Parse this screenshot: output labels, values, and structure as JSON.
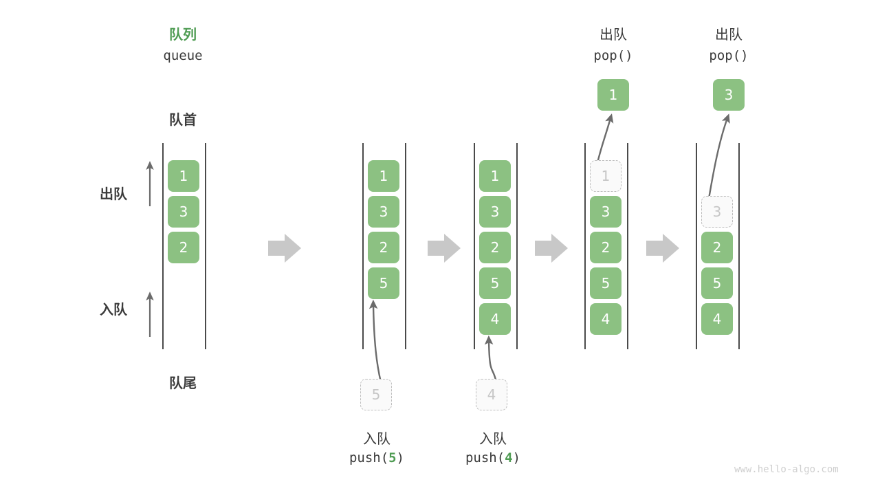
{
  "diagram": {
    "title_cn": "队列",
    "title_en": "queue",
    "front_label": "队首",
    "rear_label": "队尾",
    "dequeue_label": "出队",
    "enqueue_label": "入队",
    "watermark": "www.hello-algo.com",
    "accent_color": "#8cc182",
    "accent_text_color": "#4f9c53",
    "ghost_color": "#c6c6c6",
    "rail_color": "#4a4a4a",
    "flow_arrow_color": "#c8c8c8"
  },
  "columns": [
    {
      "id": "state-0",
      "cells": [
        "1",
        "3",
        "2"
      ],
      "ghost_index": null,
      "incoming": null,
      "popped": null,
      "caption_cn": null,
      "caption_code": null
    },
    {
      "id": "state-1",
      "cells": [
        "1",
        "3",
        "2",
        "5"
      ],
      "ghost_index": null,
      "incoming": "5",
      "popped": null,
      "caption_cn": "入队",
      "caption_code_prefix": "push(",
      "caption_code_value": "5",
      "caption_code_suffix": ")"
    },
    {
      "id": "state-2",
      "cells": [
        "1",
        "3",
        "2",
        "5",
        "4"
      ],
      "ghost_index": null,
      "incoming": "4",
      "popped": null,
      "caption_cn": "入队",
      "caption_code_prefix": "push(",
      "caption_code_value": "4",
      "caption_code_suffix": ")"
    },
    {
      "id": "state-3",
      "cells": [
        "1",
        "3",
        "2",
        "5",
        "4"
      ],
      "ghost_index": 0,
      "incoming": null,
      "popped": "1",
      "caption_cn": "出队",
      "caption_code": "pop()"
    },
    {
      "id": "state-4",
      "cells": [
        "3",
        "2",
        "5",
        "4"
      ],
      "ghost_index": 0,
      "ghost_slot": 1,
      "incoming": null,
      "popped": "3",
      "caption_cn": "出队",
      "caption_code": "pop()"
    }
  ],
  "flow_arrows": [
    {
      "id": "flow-1"
    },
    {
      "id": "flow-2"
    },
    {
      "id": "flow-3"
    },
    {
      "id": "flow-4"
    }
  ]
}
